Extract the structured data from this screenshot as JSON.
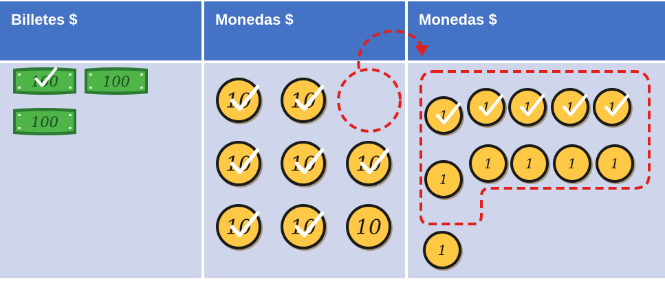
{
  "headers": {
    "bills": "Billetes $",
    "coins_tens": "Monedas $",
    "coins_ones": "Monedas $"
  },
  "bills": [
    {
      "value": "100",
      "checked": true
    },
    {
      "value": "100",
      "checked": false
    },
    {
      "value": "100",
      "checked": false
    }
  ],
  "coins_tens": [
    {
      "value": "10",
      "checked": true
    },
    {
      "value": "10",
      "checked": true
    },
    {
      "value": "10",
      "checked": true
    },
    {
      "value": "10",
      "checked": true
    },
    {
      "value": "10",
      "checked": true
    },
    {
      "value": "10",
      "checked": true
    },
    {
      "value": "10",
      "checked": true
    },
    {
      "value": "10",
      "checked": false
    }
  ],
  "coins_ones": [
    {
      "value": "1",
      "checked": true
    },
    {
      "value": "1",
      "checked": true
    },
    {
      "value": "1",
      "checked": true
    },
    {
      "value": "1",
      "checked": true
    },
    {
      "value": "1",
      "checked": true
    },
    {
      "value": "1",
      "checked": false
    },
    {
      "value": "1",
      "checked": false
    },
    {
      "value": "1",
      "checked": false
    },
    {
      "value": "1",
      "checked": false
    },
    {
      "value": "1",
      "checked": false
    },
    {
      "value": "1",
      "checked": false
    }
  ],
  "colors": {
    "header_bg": "#4472c4",
    "cell_bg": "#cfd5ea",
    "bill_green": "#4fb548",
    "bill_dark": "#2a7a32",
    "coin_gold": "#ffc845",
    "coin_rim": "#1a1a1a",
    "regroup_dash": "#e0201b"
  },
  "icons": {
    "checkmark": "checkmark-icon",
    "regroup_arrow": "curved-arrow-icon",
    "empty_slot": "empty-coin-slot-icon"
  }
}
